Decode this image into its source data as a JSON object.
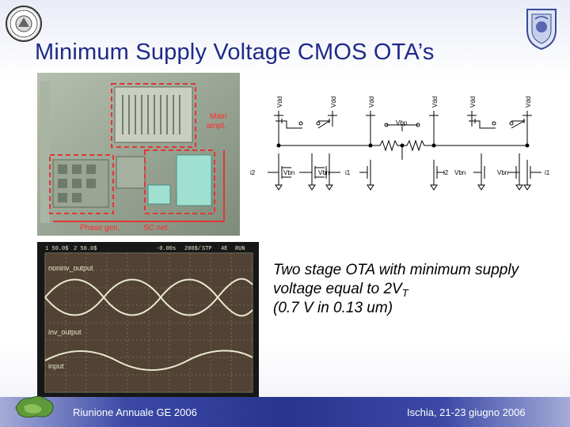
{
  "slide": {
    "title": "Minimum Supply Voltage CMOS OTA’s",
    "caption_main": "Two stage OTA with minimum supply voltage equal to 2V",
    "caption_sub": "T",
    "caption_tail": "(0.7 V in 0.13 um)"
  },
  "chip_photo": {
    "label_main": "Main",
    "label_ampl": "ampl.",
    "label_phase": "Phase gen.",
    "label_sc": "SC net."
  },
  "schematic": {
    "vdd": "Vdd",
    "vbp": "Vbp",
    "vbn": "Vbn",
    "i1": "i1",
    "i2": "i2"
  },
  "scope": {
    "header_ch1": "1 50.0$",
    "header_ch2": "2 50.0$",
    "header_time": "-0.00s",
    "header_div": "200$/",
    "header_mode": "STP",
    "header_trig": "4E",
    "header_run": "RUN",
    "trace_noninv": "noninv_output",
    "trace_inv": "inv_output",
    "trace_input": "input"
  },
  "footer": {
    "left": "Riunione Annuale GE 2006",
    "right": "Ischia, 21-23 giugno 2006"
  },
  "colors": {
    "title": "#1f2a88",
    "footer_bar": "#27358f",
    "scope_trace": "#e8ead0",
    "chip_label": "#ff2a2a"
  }
}
